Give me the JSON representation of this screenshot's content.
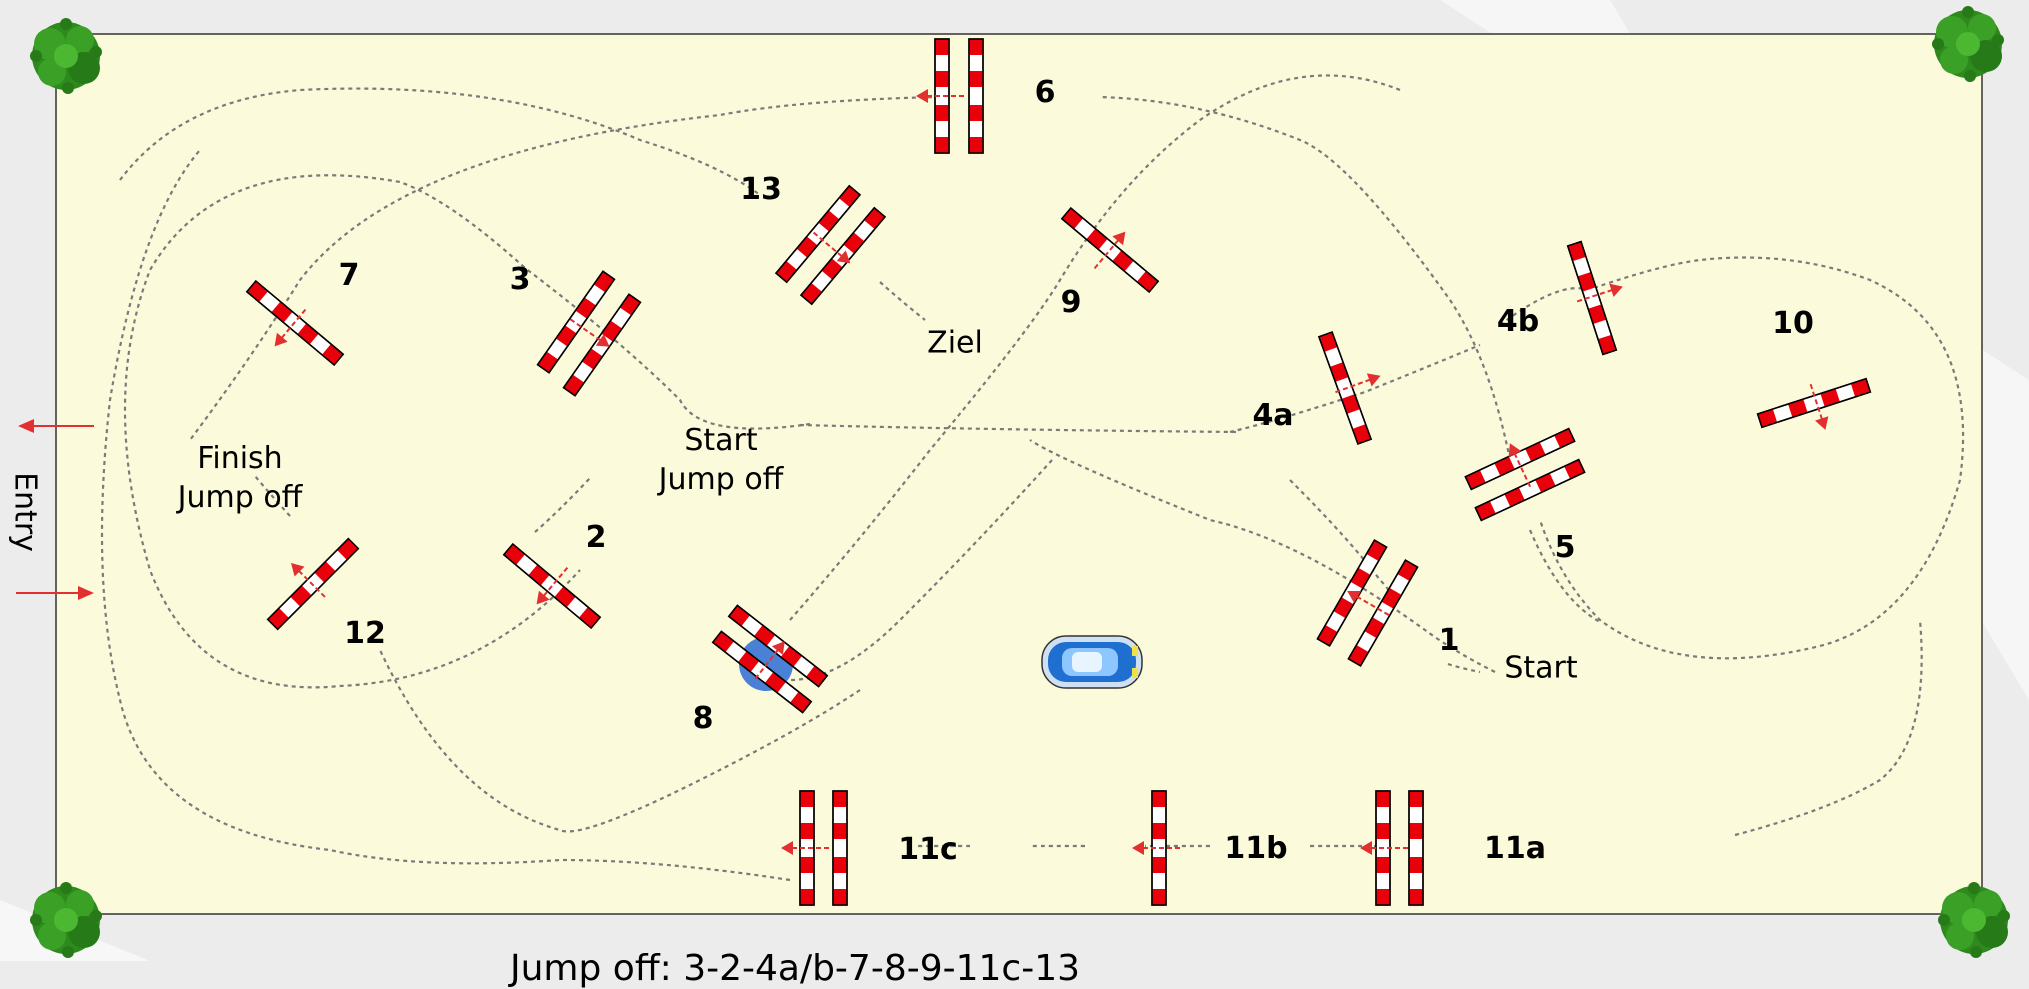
{
  "labels": {
    "entry": "Entry",
    "finish_jump_off": "Finish\nJump off",
    "start_jump_off": "Start\nJump off",
    "start": "Start",
    "ziel": "Ziel",
    "jump_off_sequence": "Jump off: 3-2-4a/b-7-8-9-11c-13"
  },
  "obstacles": {
    "n1": "1",
    "n2": "2",
    "n3": "3",
    "n4a": "4a",
    "n4b": "4b",
    "n5": "5",
    "n6": "6",
    "n7": "7",
    "n8": "8",
    "n9": "9",
    "n10": "10",
    "n11a": "11a",
    "n11b": "11b",
    "n11c": "11c",
    "n12": "12",
    "n13": "13"
  },
  "colors": {
    "arena_fill": "#fbfbdb",
    "pole_red": "#e8000b",
    "path": "#7a7a7a",
    "arrow": "#e23030",
    "tree": "#2f8a1e",
    "marker": "#2a6bd6"
  }
}
